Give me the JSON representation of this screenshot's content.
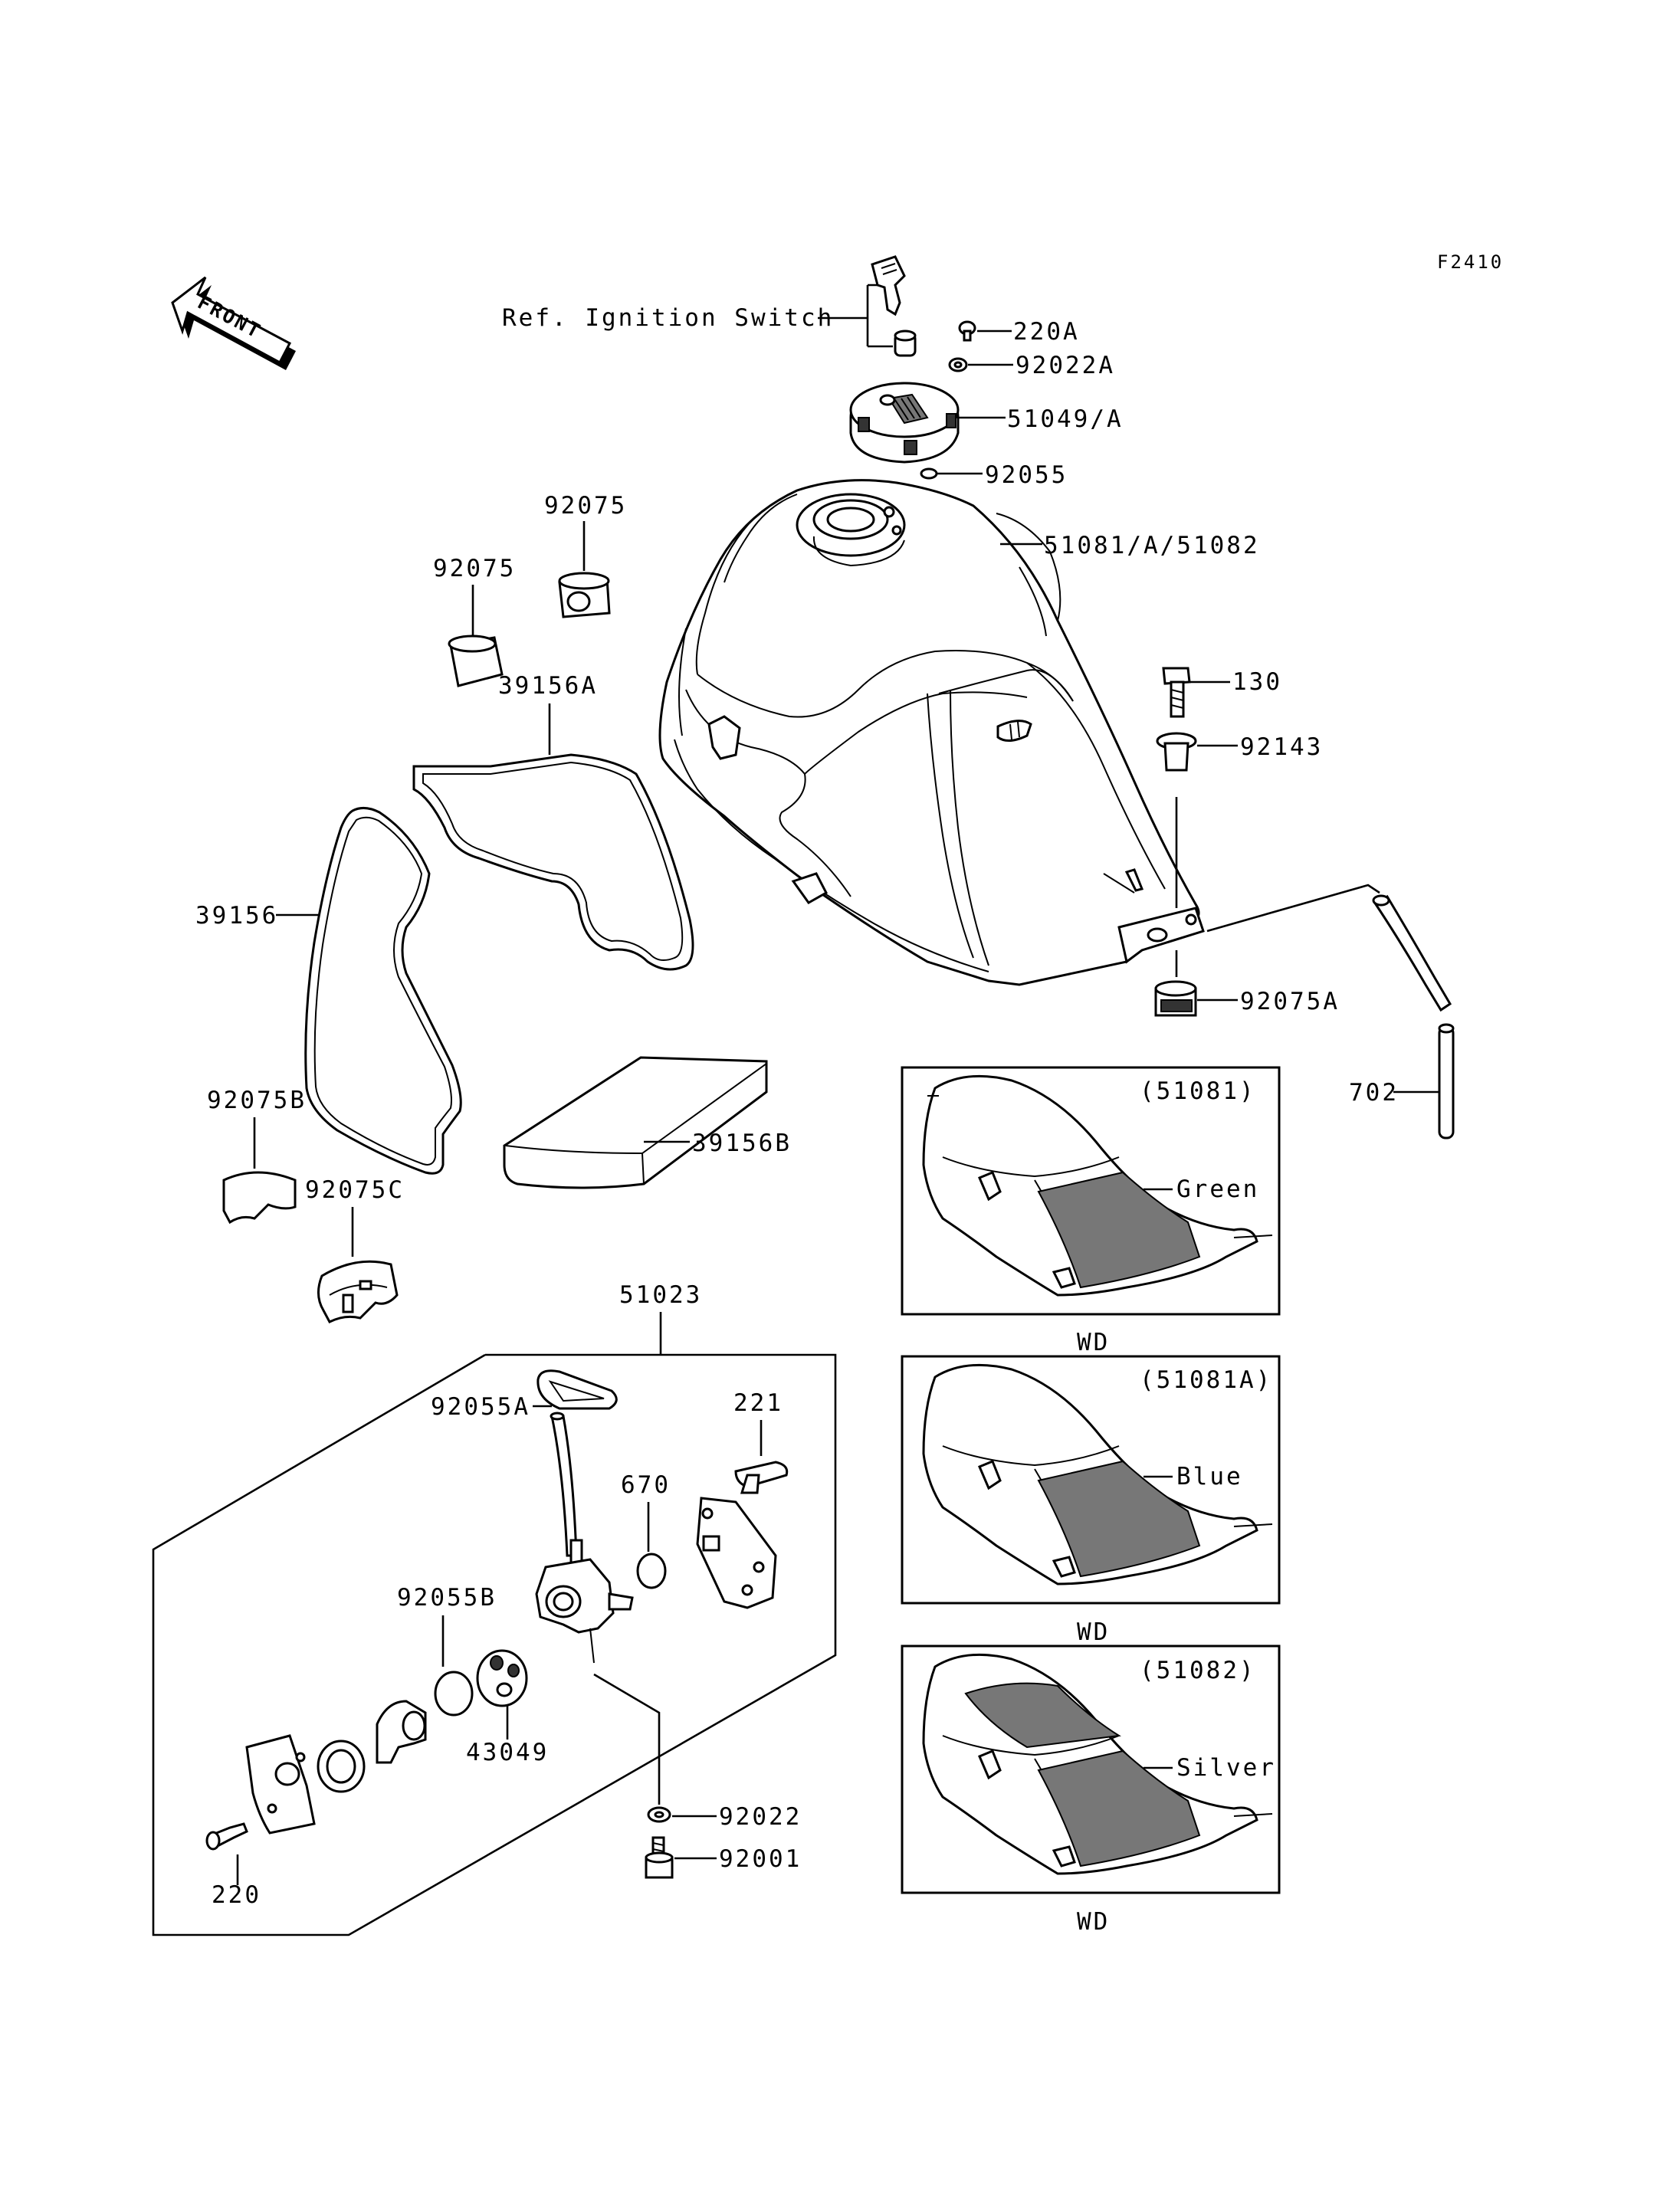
{
  "figure_id": "F2410",
  "front_label": "FRONT",
  "reference_note": "Ref. Ignition Switch",
  "part_labels": {
    "p220A": "220A",
    "p92022A": "92022A",
    "p51049": "51049/A",
    "p92055": "92055",
    "p51081": "51081/A/51082",
    "p92075_top": "92075",
    "p92075_left": "92075",
    "p39156A": "39156A",
    "p130": "130",
    "p92143": "92143",
    "p39156": "39156",
    "p92075A": "92075A",
    "p702": "702",
    "p92075B": "92075B",
    "p39156B": "39156B",
    "p92075C": "92075C",
    "p51023": "51023",
    "p92055A": "92055A",
    "p221": "221",
    "p670": "670",
    "p92055B": "92055B",
    "p43049": "43049",
    "p92022": "92022",
    "p92001": "92001",
    "p220": "220"
  },
  "variants": [
    {
      "code": "(51081)",
      "color": "Green",
      "region": "WD"
    },
    {
      "code": "(51081A)",
      "color": "Blue",
      "region": "WD"
    },
    {
      "code": "(51082)",
      "color": "Silver",
      "region": "WD"
    }
  ]
}
